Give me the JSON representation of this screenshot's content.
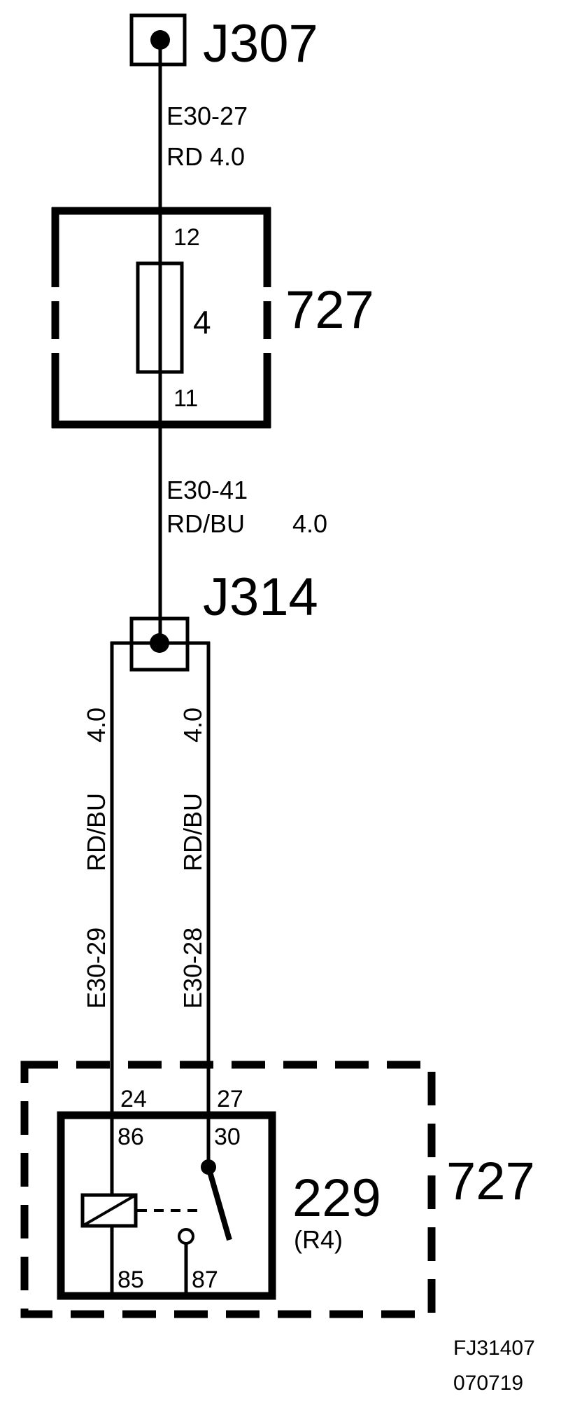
{
  "connectors": {
    "top": {
      "label": "J307"
    },
    "splice": {
      "label": "J314"
    }
  },
  "wires": {
    "upper": {
      "circuit": "E30-27",
      "color_size": "RD 4.0"
    },
    "middle": {
      "circuit": "E30-41",
      "color": "RD/BU",
      "size": "4.0"
    },
    "left": {
      "circuit": "E30-29",
      "color": "RD/BU",
      "size": "4.0"
    },
    "right": {
      "circuit": "E30-28",
      "color": "RD/BU",
      "size": "4.0"
    }
  },
  "fuse_box": {
    "component": "727",
    "fuse_number": "4",
    "pin_in": "12",
    "pin_out": "11"
  },
  "relay_box": {
    "component": "727",
    "relay": "229",
    "relay_sub": "(R4)",
    "box_pins": {
      "left": "24",
      "right": "27"
    },
    "relay_pins": {
      "coil_top": "86",
      "coil_bottom": "85",
      "switch_common": "30",
      "switch_contact": "87"
    }
  },
  "footer": {
    "code": "FJ31407",
    "date": "070719"
  },
  "colors": {
    "ink": "#000000",
    "background": "#ffffff"
  }
}
